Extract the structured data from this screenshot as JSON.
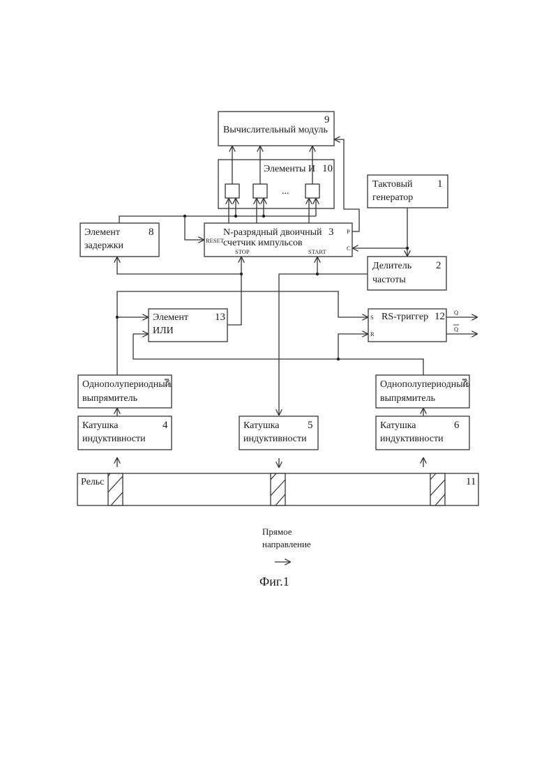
{
  "blocks": {
    "b9": {
      "line1": "Вычислительный модуль",
      "number": "9"
    },
    "b10": {
      "line1": "Элементы И",
      "number": "10",
      "ellipsis": "..."
    },
    "b1": {
      "line1": "Тактовый",
      "line2": "генератор",
      "number": "1"
    },
    "b8": {
      "line1": "Элемент",
      "line2": "задержки",
      "number": "8"
    },
    "b3": {
      "line1": "N-разрядный двоичный",
      "line2": "счетчик импульсов",
      "number": "3",
      "pins": {
        "reset": "RESET",
        "stop": "STOP",
        "start": "START",
        "p": "P",
        "c": "C"
      }
    },
    "b2": {
      "line1": "Делитель",
      "line2": "частоты",
      "number": "2"
    },
    "b13": {
      "line1": "Элемент",
      "line2": "ИЛИ",
      "number": "13"
    },
    "b12": {
      "line1": "RS-триггер",
      "number": "12",
      "pins": {
        "s": "S",
        "r": "R",
        "q": "Q",
        "qbar": "Q"
      }
    },
    "b7a": {
      "line1": "Однополупериодный",
      "line2": "выпрямитель",
      "number": "7",
      "sub": "1"
    },
    "b7b": {
      "line1": "Однополупериодный",
      "line2": "выпрямитель",
      "number": "7",
      "sub": "2"
    },
    "b4": {
      "line1": "Катушка",
      "line2": "индуктивности",
      "number": "4"
    },
    "b5": {
      "line1": "Катушка",
      "line2": "индуктивности",
      "number": "5"
    },
    "b6": {
      "line1": "Катушка",
      "line2": "индуктивности",
      "number": "6"
    },
    "b11": {
      "line1": "Рельс",
      "number": "11"
    }
  },
  "caption": {
    "direction_line1": "Прямое",
    "direction_line2": "направление",
    "figure": "Фиг.1"
  }
}
